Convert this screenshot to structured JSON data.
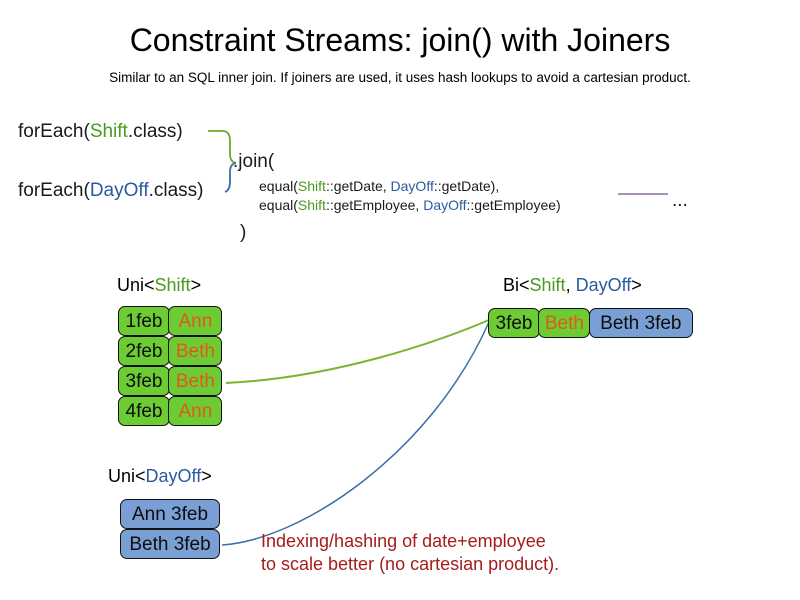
{
  "slide": {
    "title": "Constraint Streams: join() with Joiners",
    "subtitle": "Similar to an SQL inner join. If joiners are used, it uses hash lookups to avoid a cartesian product."
  },
  "code": {
    "foreach_shift": {
      "prefix": "forEach(",
      "type": "Shift",
      "suffix": ".class)"
    },
    "foreach_dayoff": {
      "prefix": "forEach(",
      "type": "DayOff",
      "suffix": ".class)"
    },
    "join_open": ".join(",
    "join_close": ")",
    "joiners": [
      {
        "prefix": "equal(",
        "left_type": "Shift",
        "left_method": "::getDate, ",
        "right_type": "DayOff",
        "right_method": "::getDate),"
      },
      {
        "prefix": "equal(",
        "left_type": "Shift",
        "left_method": "::getEmployee, ",
        "right_type": "DayOff",
        "right_method": "::getEmployee)"
      }
    ],
    "ellipsis": "..."
  },
  "streams": {
    "uni_shift": {
      "label_prefix": "Uni<",
      "label_type": "Shift",
      "label_suffix": ">",
      "rows": [
        {
          "date": "1feb",
          "employee": "Ann"
        },
        {
          "date": "2feb",
          "employee": "Beth"
        },
        {
          "date": "3feb",
          "employee": "Beth"
        },
        {
          "date": "4feb",
          "employee": "Ann"
        }
      ]
    },
    "uni_dayoff": {
      "label_prefix": "Uni<",
      "label_type": "DayOff",
      "label_suffix": ">",
      "rows": [
        {
          "value": "Ann 3feb"
        },
        {
          "value": "Beth 3feb"
        }
      ]
    },
    "bi": {
      "label_prefix": "Bi<",
      "label_type_a": "Shift",
      "label_separator": ", ",
      "label_type_b": "DayOff",
      "label_suffix": ">",
      "row": {
        "shift_date": "3feb",
        "shift_employee": "Beth",
        "dayoff": "Beth 3feb"
      }
    }
  },
  "annotation": {
    "line1": "Indexing/hashing of date+employee",
    "line2": "to scale better (no cartesian product)."
  },
  "colors": {
    "shift_green": "#4a9b1f",
    "dayoff_blue": "#2c5aa0",
    "box_green": "#6dcc33",
    "box_blue": "#7a9fd4",
    "employee_orange": "#e2581c",
    "annotation_red": "#a61b1b",
    "connector_green": "#6aab2b",
    "connector_blue": "#3a6ea8",
    "ellipsis_line_purple": "#8b6f9e"
  }
}
